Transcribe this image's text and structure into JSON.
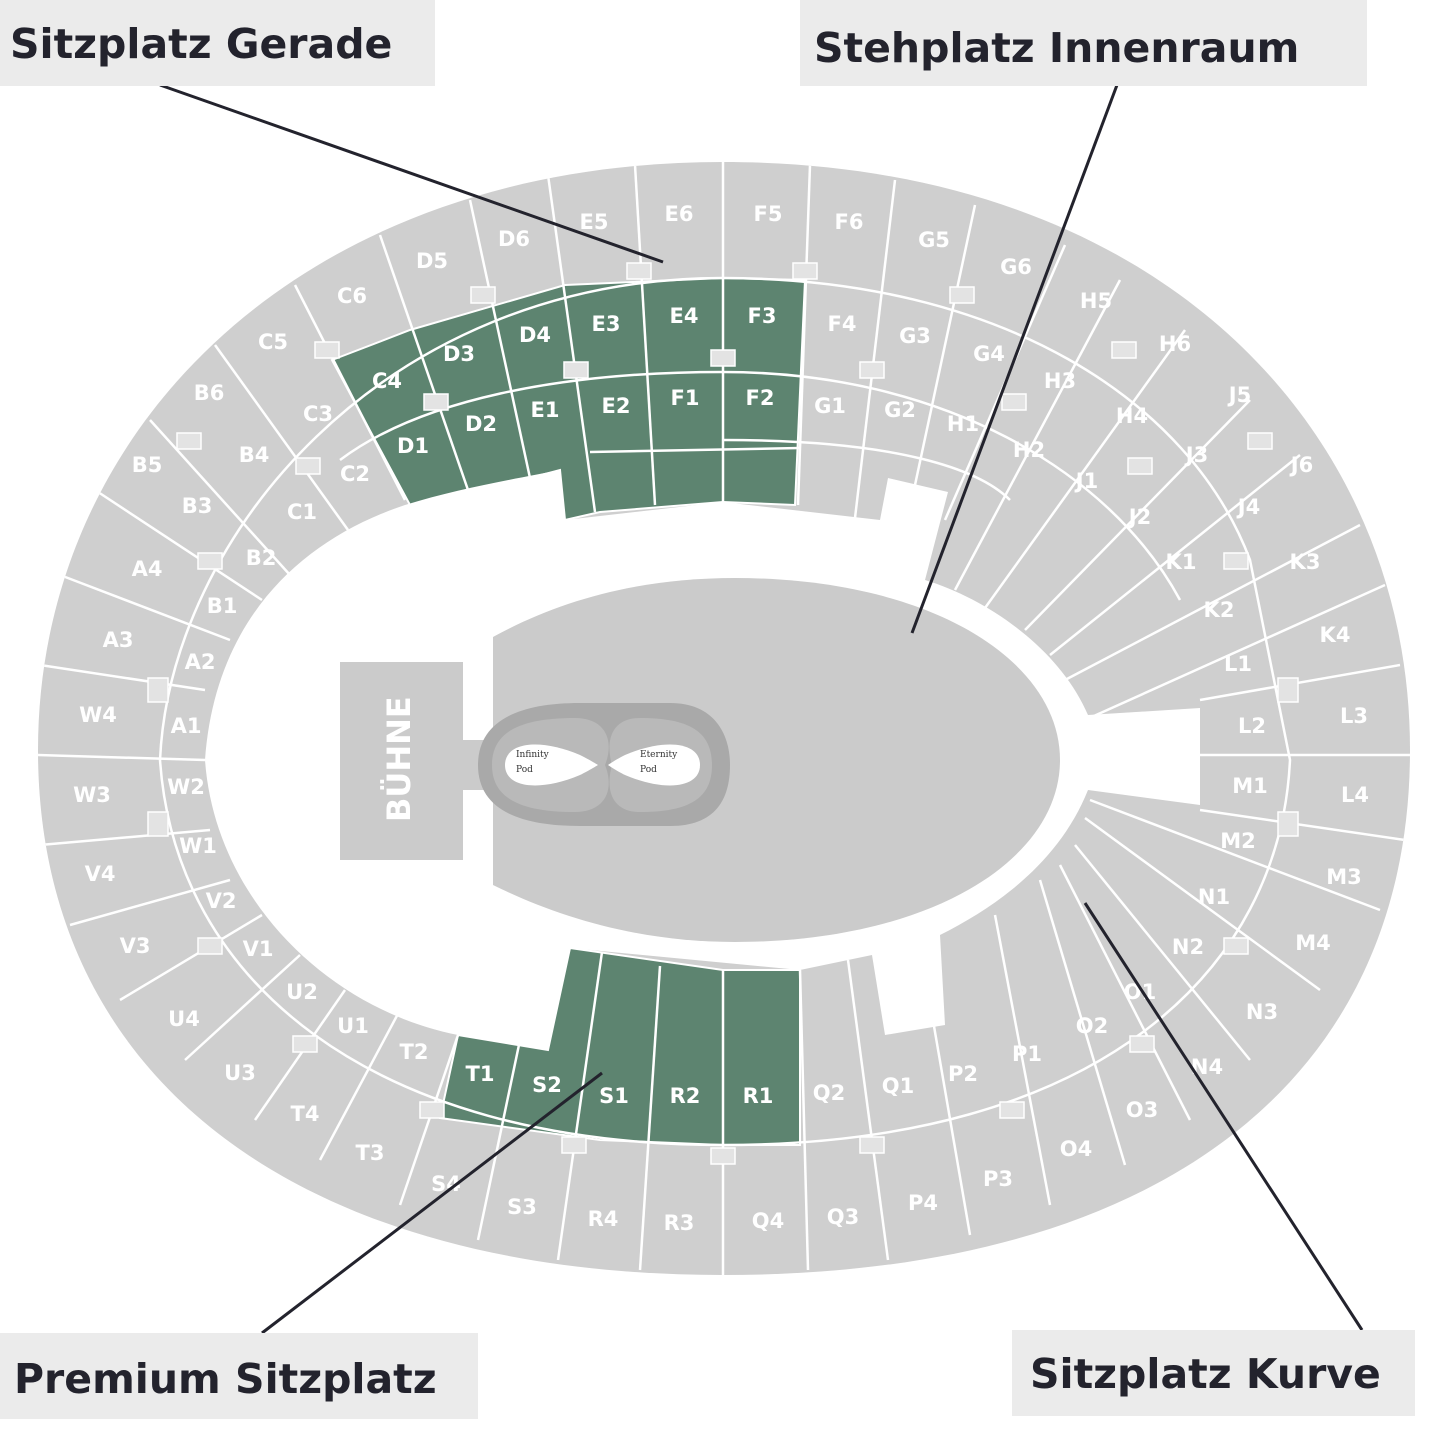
{
  "callouts": {
    "sitzplatz_gerade": "Sitzplatz Gerade",
    "stehplatz_innenraum": "Stehplatz Innenraum",
    "premium_sitzplatz": "Premium Sitzplatz",
    "sitzplatz_kurve": "Sitzplatz Kurve"
  },
  "stage": {
    "label": "BÜHNE",
    "infinity_pod": [
      "Infinity",
      "Pod"
    ],
    "eternity_pod": [
      "Eternity",
      "Pod"
    ]
  },
  "colors": {
    "premium": "#5d8470",
    "standard": "#cfcfcf",
    "background": "#ffffff",
    "callout_bg": "#ebebeb",
    "text_dark": "#23232d"
  },
  "premium_sections": [
    "C4",
    "D3",
    "D4",
    "E3",
    "E4",
    "F3",
    "D1",
    "D2",
    "E1",
    "E2",
    "F1",
    "F2",
    "T1",
    "S2",
    "S1",
    "R2",
    "R1"
  ],
  "sections": {
    "north_upper": [
      "C6",
      "D5",
      "D6",
      "E5",
      "E6",
      "F5",
      "F6",
      "G5",
      "G6"
    ],
    "north_middle": [
      "C5",
      "C4",
      "D3",
      "D4",
      "E3",
      "E4",
      "F3",
      "F4",
      "G3",
      "G4"
    ],
    "north_lower": [
      "C3",
      "C2",
      "D1",
      "D2",
      "E1",
      "E2",
      "F1",
      "F2",
      "G1",
      "G2",
      "H1"
    ],
    "west": [
      "B6",
      "B5",
      "B4",
      "B3",
      "C1",
      "B2",
      "A4",
      "B1",
      "A3",
      "A2",
      "A1",
      "W4",
      "W3",
      "W2",
      "W1",
      "V4",
      "V2",
      "V3",
      "V1",
      "U4",
      "U2",
      "U1",
      "U3"
    ],
    "east": [
      "H5",
      "H6",
      "H3",
      "H4",
      "H2",
      "J5",
      "J6",
      "J3",
      "J1",
      "J2",
      "J4",
      "K1",
      "K3",
      "K2",
      "K4",
      "L1",
      "L2",
      "L3",
      "M1",
      "L4",
      "M2",
      "M3",
      "N1",
      "N2",
      "M4",
      "N3",
      "N4",
      "O1",
      "O2",
      "O3",
      "O4"
    ],
    "south": [
      "T2",
      "T1",
      "S2",
      "S1",
      "R2",
      "R1",
      "Q2",
      "Q1",
      "P2",
      "P1",
      "T4",
      "T3",
      "S4",
      "S3",
      "R4",
      "R3",
      "Q4",
      "Q3",
      "P4",
      "P3"
    ]
  }
}
